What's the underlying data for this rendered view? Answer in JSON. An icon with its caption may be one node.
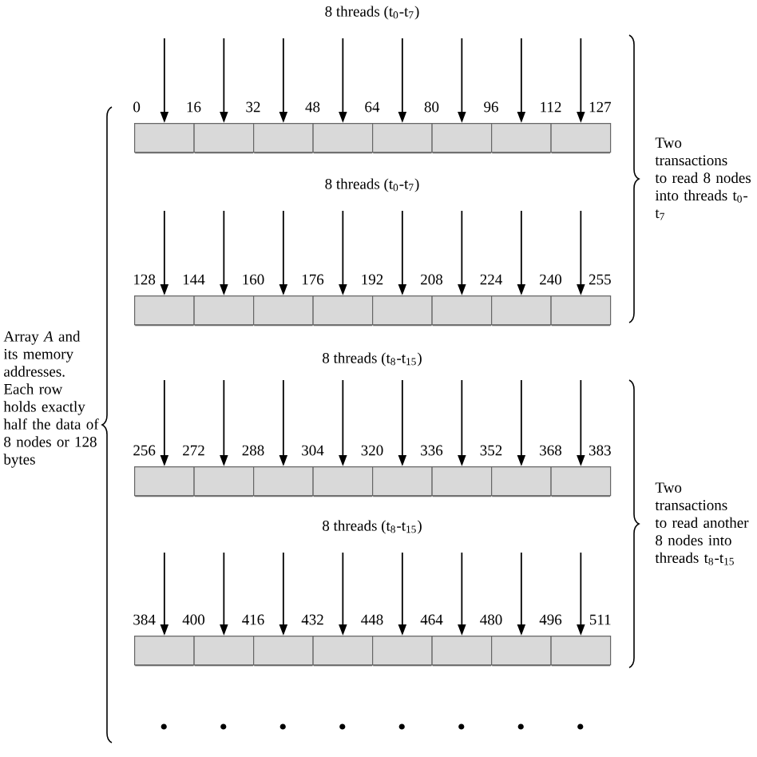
{
  "diagram": {
    "nodes": [
      {
        "text": [],
        "shape": "box"
      },
      {
        "text": [],
        "shape": "box"
      },
      {
        "text": [],
        "shape": "box"
      },
      {
        "text": [],
        "shape": "box"
      },
      {
        "text": [],
        "shape": "box"
      },
      {
        "text": [],
        "shape": "box"
      },
      {
        "text": [],
        "shape": "box"
      },
      {
        "text": [],
        "shape": "box"
      },
      {
        "text": [],
        "shape": "box"
      },
      {
        "text": [],
        "shape": "box"
      },
      {
        "text": [],
        "shape": "box"
      },
      {
        "text": [],
        "shape": "box"
      },
      {
        "text": [],
        "shape": "box"
      },
      {
        "text": [],
        "shape": "box"
      },
      {
        "text": [],
        "shape": "box"
      },
      {
        "text": [],
        "shape": "box"
      },
      {
        "text": [],
        "shape": "box"
      },
      {
        "text": [],
        "shape": "box"
      },
      {
        "text": [],
        "shape": "box"
      },
      {
        "text": [],
        "shape": "box"
      },
      {
        "text": [],
        "shape": "box"
      },
      {
        "text": [],
        "shape": "box"
      },
      {
        "text": [],
        "shape": "box"
      },
      {
        "text": [],
        "shape": "box"
      },
      {
        "text": [],
        "shape": "box"
      },
      {
        "text": [],
        "shape": "box"
      },
      {
        "text": [],
        "shape": "box"
      },
      {
        "text": [],
        "shape": "box"
      },
      {
        "text": [],
        "shape": "box"
      },
      {
        "text": [],
        "shape": "box"
      },
      {
        "text": [],
        "shape": "box"
      },
      {
        "text": [],
        "shape": "box"
      }
    ],
    "edges": [
      {
        "from": null,
        "to": 0,
        "arrow": "to"
      },
      {
        "from": null,
        "to": 1,
        "arrow": "to"
      },
      {
        "from": null,
        "to": 2,
        "arrow": "to"
      },
      {
        "from": null,
        "to": 3,
        "arrow": "to"
      },
      {
        "from": null,
        "to": 4,
        "arrow": "to"
      },
      {
        "from": null,
        "to": 5,
        "arrow": "to"
      },
      {
        "from": null,
        "to": 6,
        "arrow": "to"
      },
      {
        "from": null,
        "to": 7,
        "arrow": "to"
      },
      {
        "from": null,
        "to": 8,
        "arrow": "to"
      },
      {
        "from": null,
        "to": 9,
        "arrow": "to"
      },
      {
        "from": null,
        "to": 10,
        "arrow": "to"
      },
      {
        "from": null,
        "to": 11,
        "arrow": "to"
      },
      {
        "from": null,
        "to": 12,
        "arrow": "to"
      },
      {
        "from": null,
        "to": 13,
        "arrow": "to"
      },
      {
        "from": null,
        "to": 14,
        "arrow": "to"
      },
      {
        "from": null,
        "to": 15,
        "arrow": "to"
      },
      {
        "from": null,
        "to": 16,
        "arrow": "to"
      },
      {
        "from": null,
        "to": 17,
        "arrow": "to"
      },
      {
        "from": null,
        "to": 18,
        "arrow": "to"
      },
      {
        "from": null,
        "to": 19,
        "arrow": "to"
      },
      {
        "from": null,
        "to": 20,
        "arrow": "to"
      },
      {
        "from": null,
        "to": 21,
        "arrow": "to"
      },
      {
        "from": null,
        "to": 22,
        "arrow": "to"
      },
      {
        "from": null,
        "to": 23,
        "arrow": "to"
      },
      {
        "from": null,
        "to": 24,
        "arrow": "to"
      },
      {
        "from": null,
        "to": 25,
        "arrow": "to"
      },
      {
        "from": null,
        "to": 26,
        "arrow": "to"
      },
      {
        "from": null,
        "to": 27,
        "arrow": "to"
      },
      {
        "from": null,
        "to": 28,
        "arrow": "to"
      },
      {
        "from": null,
        "to": 29,
        "arrow": "to"
      },
      {
        "from": null,
        "to": 30,
        "arrow": "to"
      },
      {
        "from": null,
        "to": 31,
        "arrow": "to"
      }
    ],
    "labels": [
      "8 threads (t$_{0}$-t$_{7}$)",
      "0",
      "16",
      "32",
      "48",
      "64",
      "80",
      "96",
      "112",
      "127",
      "8 threads (t$_{0}$-t$_{7}$)",
      "128",
      "144",
      "160",
      "176",
      "192",
      "208",
      "224",
      "240",
      "255",
      "8 threads (t$_{8}$-t$_{15}$)",
      "256",
      "272",
      "288",
      "304",
      "320",
      "336",
      "352",
      "368",
      "383",
      "8 threads (t$_{8}$-t$_{15}$)",
      "384",
      "400",
      "416",
      "432",
      "448",
      "464",
      "480",
      "496",
      "511",
      "Array *A* and its memory addresses. Each row holds exactly half the data of 8 nodes or 128 bytes",
      "Two transactions to read 8 nodes into threads t$_{0}$-t$_{7}$",
      "Two transactions to read another 8 nodes into threads t$_{8}$-t$_{15}$"
    ]
  }
}
